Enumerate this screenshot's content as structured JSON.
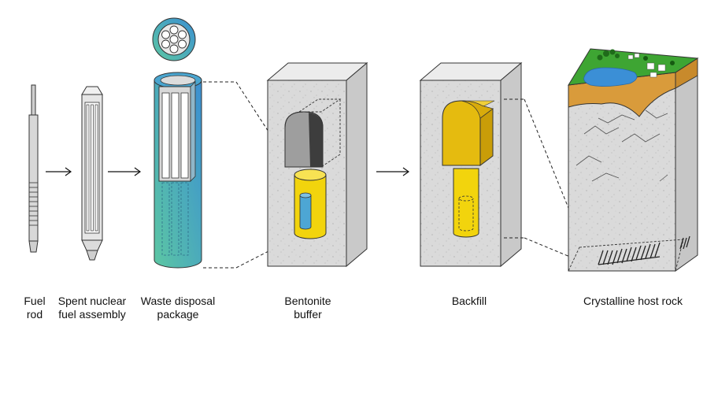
{
  "labels": {
    "fuel_rod": "Fuel\nrod",
    "spent_fuel_assembly": "Spent nuclear\nfuel assembly",
    "waste_package": "Waste disposal\npackage",
    "bentonite_buffer": "Bentonite\nbuffer",
    "backfill": "Backfill",
    "host_rock": "Crystalline host rock"
  },
  "colors": {
    "rock": "#d9d9d9",
    "canister_blue": "#3a95d0",
    "canister_green": "#5bc3a6",
    "bentonite_yellow": "#f2d40d",
    "backfill_yellow": "#e2b70e",
    "grass": "#3ea533",
    "water": "#3b8fd6",
    "soil": "#d99b3b"
  }
}
